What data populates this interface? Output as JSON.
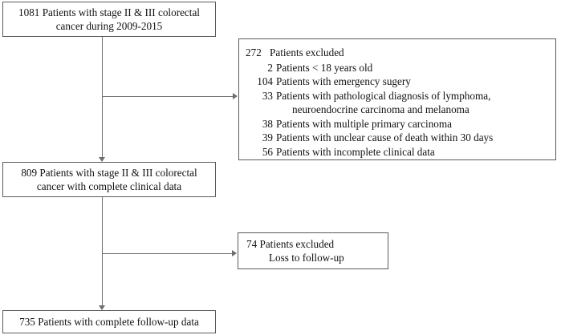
{
  "figure": {
    "type": "participant-flow-diagram",
    "line_color": "#6e6e6e",
    "border_color": "#5a5a5a",
    "background": "#ffffff"
  },
  "nodes": {
    "cohort_initial": {
      "line1": "1081 Patients with stage II & III colorectal",
      "line2": "cancer during 2009-2015",
      "count": "1081"
    },
    "cohort_clean": {
      "line1": "809 Patients with stage II & III colorectal",
      "line2": "cancer with complete clinical data",
      "count": "809"
    },
    "cohort_final": {
      "line1": "735 Patients with complete follow-up data",
      "count": "735"
    }
  },
  "exclusions_main": {
    "heading_count": "272",
    "heading_label": "Patients excluded",
    "items": [
      {
        "count": "2",
        "label": "Patients < 18 years old"
      },
      {
        "count": "104",
        "label": "Patients with emergency sugery"
      },
      {
        "count": "33",
        "label": "Patients with pathological diagnosis of lymphoma,"
      },
      {
        "count": "38",
        "label": "Patients with multiple primary carcinoma"
      },
      {
        "count": "39",
        "label": "Patients with unclear cause of death within 30 days"
      },
      {
        "count": "56",
        "label": "Patients with incomplete clinical data"
      }
    ],
    "continuation_line": "neuroendocrine carcinoma and melanoma"
  },
  "exclusions_followup": {
    "line1": "74 Patients excluded",
    "line2": "Loss to follow-up",
    "count": "74"
  }
}
